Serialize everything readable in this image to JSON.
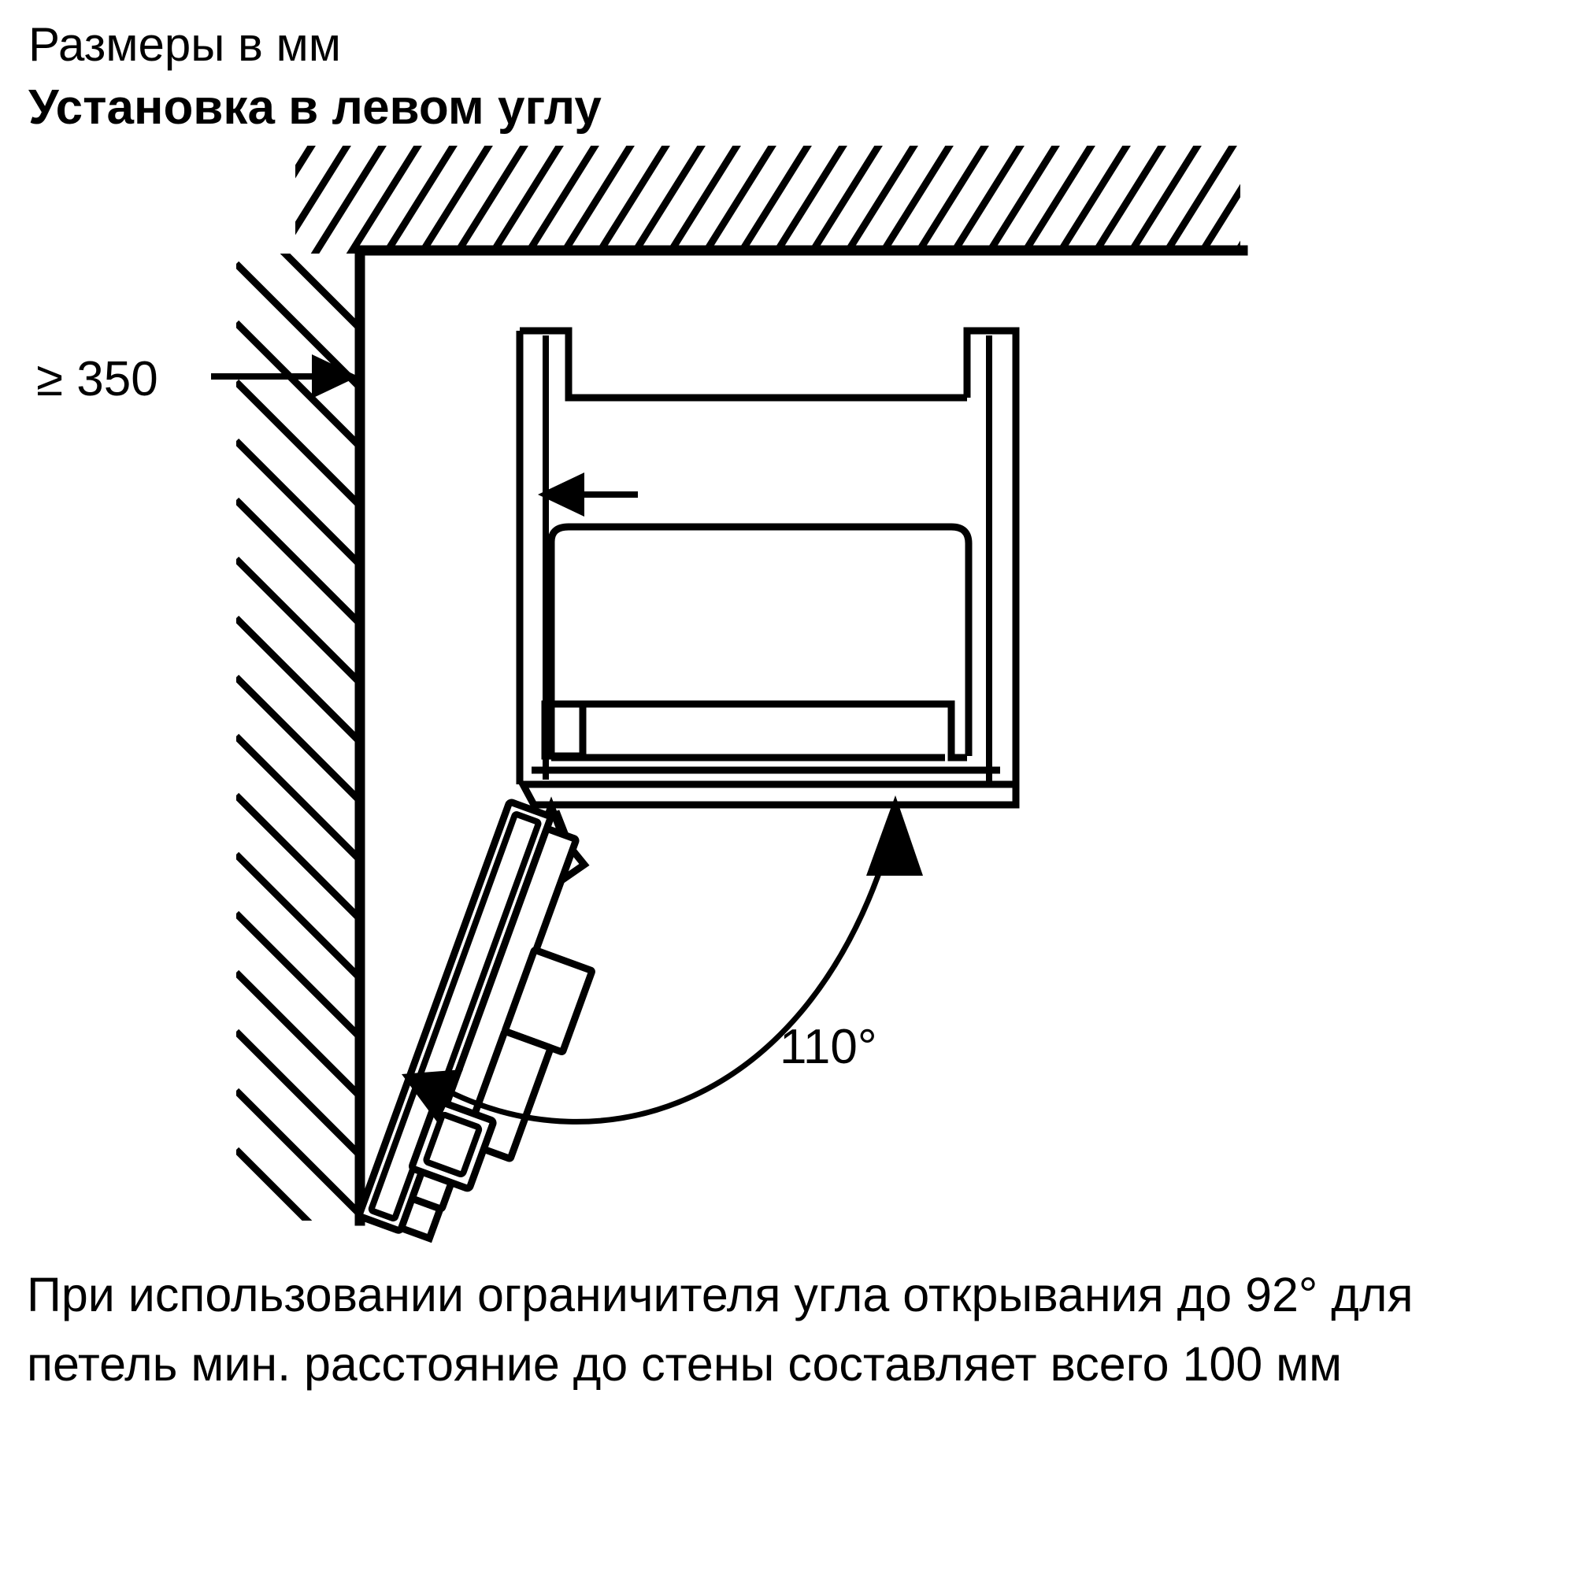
{
  "header": {
    "units_line": "Размеры в мм",
    "title": "Установка в левом углу"
  },
  "diagram": {
    "name": "corner-installation-top-view",
    "wall_distance_label": "≥ 350",
    "door_opening_angle_label": "110°",
    "stroke_color": "#000000",
    "background_color": "#ffffff"
  },
  "footnote": {
    "text": "При использовании ограничителя угла открывания до 92° для петель мин. расстояние до стены составляет всего 100 мм"
  }
}
